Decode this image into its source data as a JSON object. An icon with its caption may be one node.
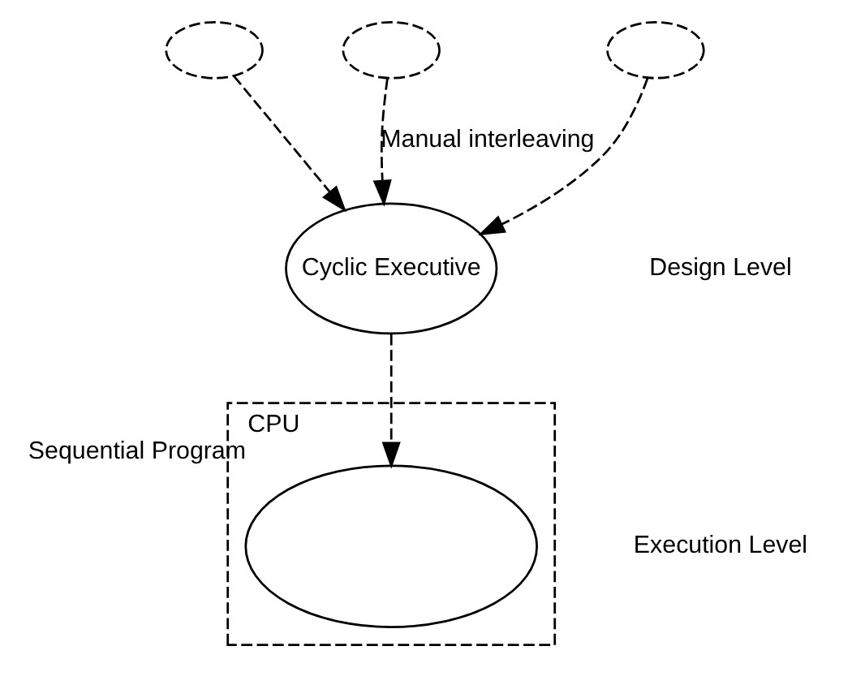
{
  "diagram": {
    "nodes": [
      {
        "text": [],
        "shape": "ellipse"
      },
      {
        "text": [],
        "shape": "ellipse"
      },
      {
        "text": [],
        "shape": "ellipse"
      },
      {
        "text": [
          "Cyclic Executive"
        ]
      },
      {
        "text": [
          "CPU"
        ]
      },
      {
        "text": [],
        "shape": "ellipse",
        "in": 4,
        "beside": [
          "Sequential Program"
        ]
      }
    ],
    "edges": [
      {
        "from": 0,
        "to": 3,
        "arrow": "to",
        "style": "dashed"
      },
      {
        "from": 1,
        "to": 3,
        "arrow": "to",
        "style": "dashed",
        "label": "Manual interleaving"
      },
      {
        "from": 2,
        "to": 3,
        "arrow": "to",
        "style": "dashed"
      },
      {
        "from": 3,
        "to": 5,
        "arrow": "to",
        "style": "dashed"
      }
    ],
    "labels": [
      "Design Level",
      "Execution Level"
    ]
  }
}
